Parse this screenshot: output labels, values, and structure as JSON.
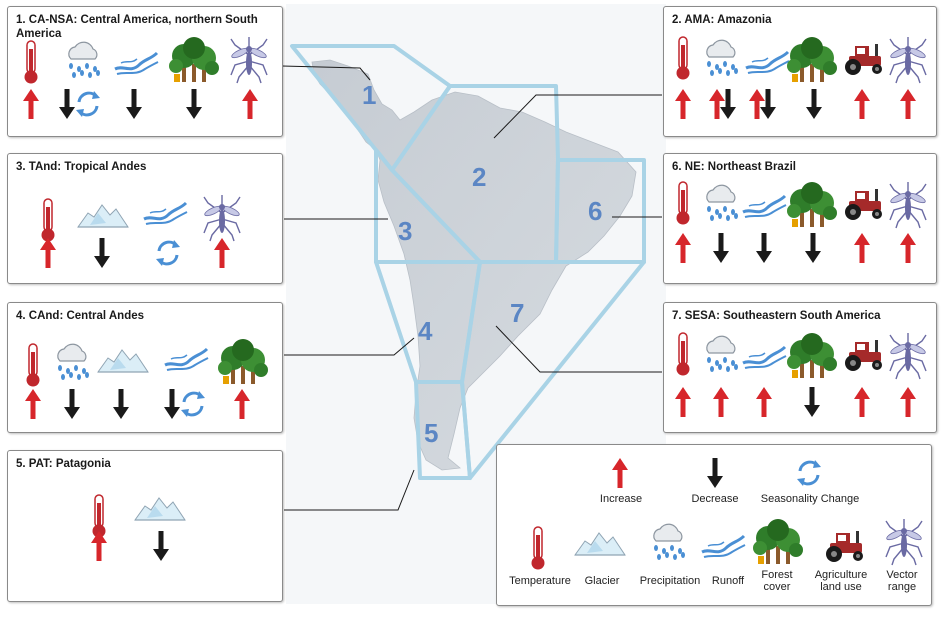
{
  "regions": [
    {
      "number": "1",
      "code": "CA-NSA",
      "title": "1. CA-NSA: Central America, northern South America"
    },
    {
      "number": "2",
      "code": "AMA",
      "title": "2. AMA: Amazonia"
    },
    {
      "number": "3",
      "code": "TAnd",
      "title": "3. TAnd: Tropical Andes"
    },
    {
      "number": "4",
      "code": "CAnd",
      "title": "4. CAnd: Central Andes"
    },
    {
      "number": "5",
      "code": "PAT",
      "title": "5. PAT: Patagonia"
    },
    {
      "number": "6",
      "code": "NE",
      "title": "6. NE: Northeast Brazil"
    },
    {
      "number": "7",
      "code": "SESA",
      "title": "7. SESA: Southeastern South America"
    }
  ],
  "legend": {
    "increase": "Increase",
    "decrease": "Decrease",
    "seasonality": "Seasonality Change",
    "temperature": "Temperature",
    "glacier": "Glacier",
    "precipitation": "Precipitation",
    "runoff": "Runoff",
    "forest": "Forest cover",
    "agriculture": "Agriculture land use",
    "vector": "Vector range"
  },
  "icons": {
    "temperature": "thermometer-icon",
    "glacier": "glacier-icon",
    "precipitation": "rain-cloud-icon",
    "runoff": "river-icon",
    "forest": "tree-icon",
    "agriculture": "tractor-icon",
    "vector": "mosquito-icon",
    "increase": "arrow-up-icon",
    "decrease": "arrow-down-icon",
    "seasonality": "cycle-icon"
  },
  "colors": {
    "increase": "#d7262b",
    "decrease": "#1a1a1a",
    "seasonality": "#4a8fd4",
    "region_outline": "#a9d3e6",
    "region_number": "#5b86c4",
    "thermometer": "#c0272d",
    "tractor": "#a52a2a",
    "forest": "#2f7d2a",
    "mosquito": "#6a6aa3",
    "water": "#4a8fd4"
  }
}
